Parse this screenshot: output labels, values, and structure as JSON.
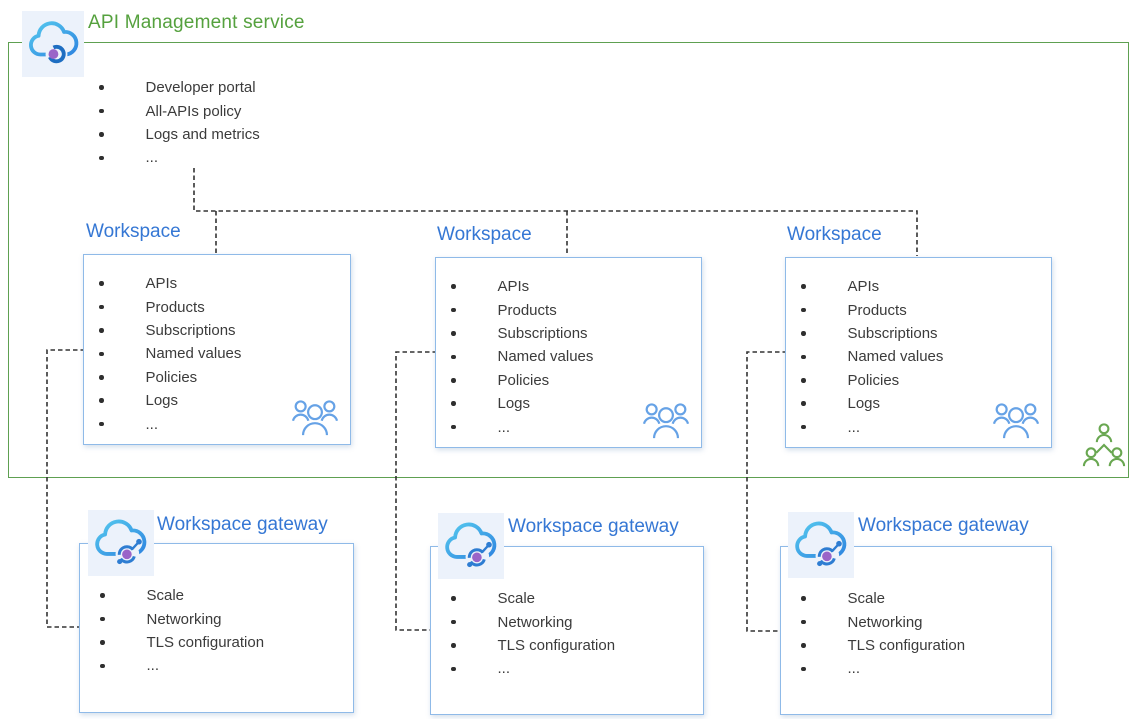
{
  "service": {
    "title": "API Management service",
    "items": [
      "Developer portal",
      "All-APIs policy",
      "Logs and metrics",
      "..."
    ],
    "icon": "api-management-cloud-icon",
    "border_color": "#5ea051",
    "title_color": "#55a13e"
  },
  "workspace": {
    "title": "Workspace",
    "items": [
      "APIs",
      "Products",
      "Subscriptions",
      "Named values",
      "Policies",
      "Logs",
      "..."
    ],
    "count": 3,
    "title_color": "#3577d4",
    "border_color": "#8fbae8",
    "team_icon_color": "#66a2e6"
  },
  "gateway": {
    "title": "Workspace gateway",
    "items": [
      "Scale",
      "Networking",
      "TLS configuration",
      "..."
    ],
    "count": 3,
    "icon": "workspace-gateway-cloud-icon",
    "title_color": "#3577d4"
  },
  "org_icon_color": "#69a751",
  "text_color": "#3b3b3b",
  "connector_color": "#333333",
  "icon_tile_color": "#ecf2fb",
  "icon_purple": "#9a64c8",
  "icon_arc_blue": "#1e6ec2"
}
